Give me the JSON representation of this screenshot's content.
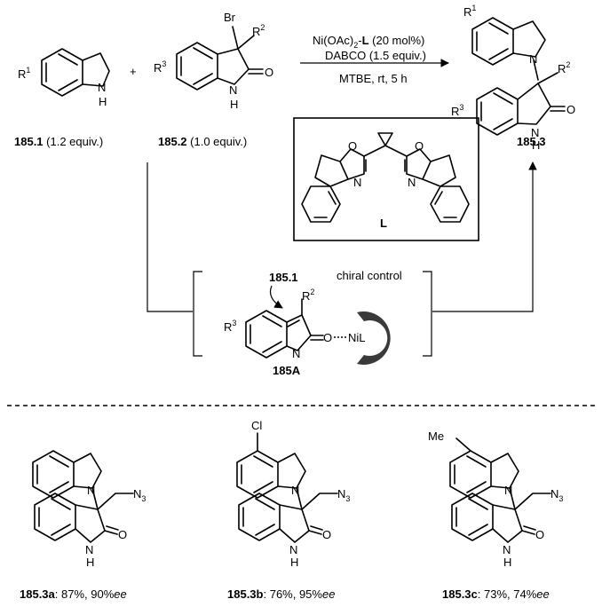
{
  "reaction": {
    "conditions": {
      "catalyst_a": "Ni(OAc)",
      "catalyst_sub": "2",
      "catalyst_dash": "-",
      "catalyst_l": "L",
      "catalyst_amt": " (20 mol%)",
      "base": "DABCO (1.5 equiv.)",
      "solvent": "MTBE, rt, 5 h"
    },
    "reactant1": {
      "id": "185.1",
      "equiv": " (1.2 equiv.)",
      "r": "R",
      "r_sup": "1",
      "nh_n": "N",
      "nh_h": "H"
    },
    "reactant2": {
      "id": "185.2",
      "equiv": " (1.0 equiv.)",
      "br": "Br",
      "r2": "R",
      "r2_sup": "2",
      "r3": "R",
      "r3_sup": "3",
      "o": "O",
      "nh_n": "N",
      "nh_h": "H"
    },
    "plus": "+",
    "product": {
      "id": "185.3",
      "r1": "R",
      "r1_sup": "1",
      "n": "N",
      "r2": "R",
      "r2_sup": "2",
      "r3": "R",
      "r3_sup": "3",
      "o": "O",
      "nh_n": "N",
      "nh_h": "H"
    },
    "ligand": {
      "label": "L",
      "o": "O",
      "n": "N"
    },
    "intermediate": {
      "id": "185A",
      "attacker": "185.1",
      "note": "chiral control",
      "r2": "R",
      "r2_sup": "2",
      "r3": "R",
      "r3_sup": "3",
      "n": "N",
      "o": "O",
      "nil": "NiL"
    }
  },
  "examples": [
    {
      "id": "185.3a",
      "yield": ": 87%, 90%",
      "ee": "ee",
      "substituent": ""
    },
    {
      "id": "185.3b",
      "yield": ": 76%, 95%",
      "ee": "ee",
      "substituent": "Cl"
    },
    {
      "id": "185.3c",
      "yield": ": 73%, 74%",
      "ee": "ee",
      "substituent": "Me"
    }
  ],
  "azide": {
    "n": "N",
    "sub": "3"
  },
  "atoms": {
    "n": "N",
    "o": "O",
    "h": "H"
  }
}
